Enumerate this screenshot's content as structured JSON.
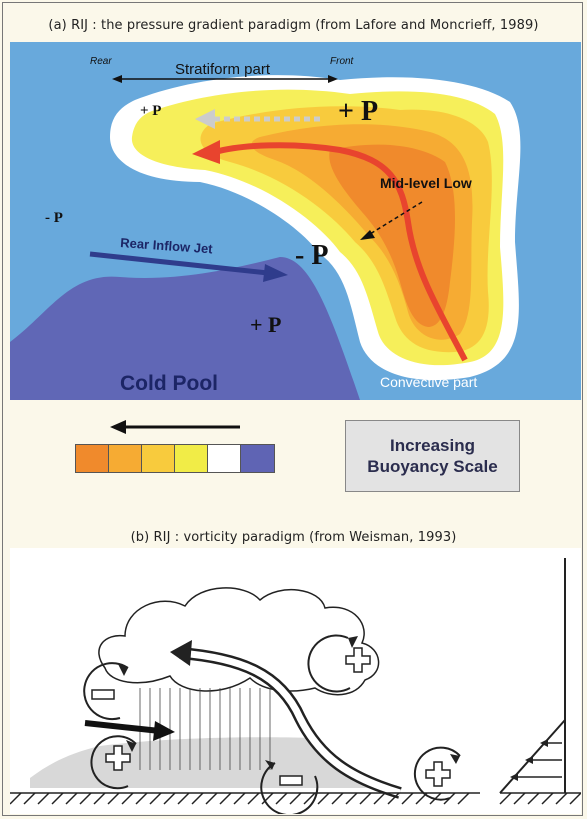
{
  "captions": {
    "a": "(a) RIJ : the pressure gradient paradigm (from Lafore and Moncrieff, 1989)",
    "b": "(b) RIJ : vorticity paradigm (from Weisman, 1993)"
  },
  "panel_a": {
    "rear": "Rear",
    "front": "Front",
    "stratiform": "Stratiform part",
    "plus_p_small": "+ P",
    "plus_p_large": "+ P",
    "mid_level_low": "Mid-level Low",
    "minus_p_left": "- P",
    "minus_p_center": "- P",
    "rear_inflow_jet": "Rear Inflow Jet",
    "plus_p_pool": "+ P",
    "cold_pool": "Cold Pool",
    "convective": "Convective part"
  },
  "legend": {
    "line1": "Increasing",
    "line2": "Buoyancy Scale",
    "swatches": [
      "#f08a2c",
      "#f6ab33",
      "#f8cb3d",
      "#f1ec47",
      "#ffffff",
      "#5f64b4"
    ]
  },
  "colors": {
    "background_sky": "#68a9dc",
    "cold_pool": "#6067b6",
    "arrow_red": "#e8442e",
    "jet_blue": "#2f3c8c"
  }
}
